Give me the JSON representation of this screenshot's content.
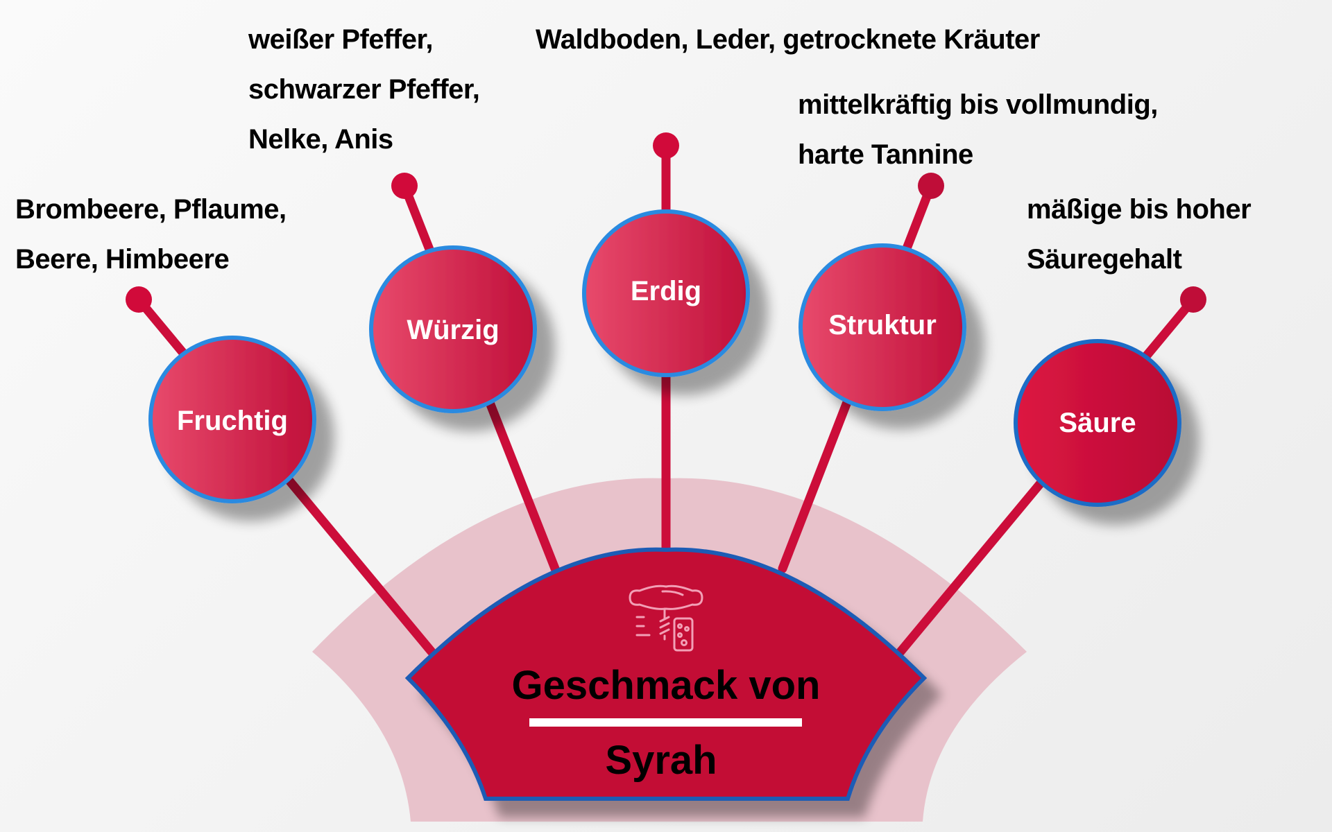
{
  "colors": {
    "background": "#f4f4f4",
    "node_fill_start": "#e84a6c",
    "node_fill_end": "#c0103a",
    "node_border": "#2b8ae0",
    "connector": "#cc0d3a",
    "center_fill": "#c30a35",
    "center_border": "#1e5bb5",
    "fan_background": "#e8c2cb",
    "icon_stroke": "#f2a0b6",
    "text": "#000000",
    "node_text": "#ffffff"
  },
  "center": {
    "title_line1": "Geschmack von",
    "title_line2": "Syrah",
    "icon": "corkscrew-wine-glass-icon"
  },
  "nodes": [
    {
      "label": "Fruchtig",
      "description": [
        "Brombeere, Pflaume,",
        "Beere, Himbeere"
      ]
    },
    {
      "label": "Würzig",
      "description": [
        "weißer Pfeffer,",
        "schwarzer Pfeffer,",
        "Nelke, Anis"
      ]
    },
    {
      "label": "Erdig",
      "description": [
        "Waldboden, Leder, getrocknete Kräuter"
      ]
    },
    {
      "label": "Struktur",
      "description": [
        "mittelkräftig bis vollmundig,",
        "harte Tannine"
      ]
    },
    {
      "label": "Säure",
      "description": [
        "mäßige bis hoher",
        "Säuregehalt"
      ]
    }
  ]
}
